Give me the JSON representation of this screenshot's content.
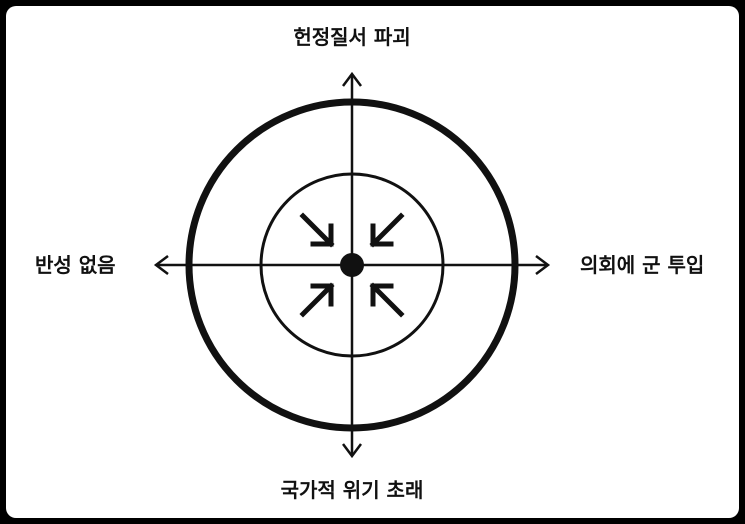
{
  "labels": {
    "top": "헌정질서 파괴",
    "left": "반성 없음",
    "right": "의회에 군 투입",
    "bottom": "국가적 위기 초래"
  },
  "colors": {
    "ink": "#111111",
    "background": "#ffffff",
    "border": "#000000"
  }
}
